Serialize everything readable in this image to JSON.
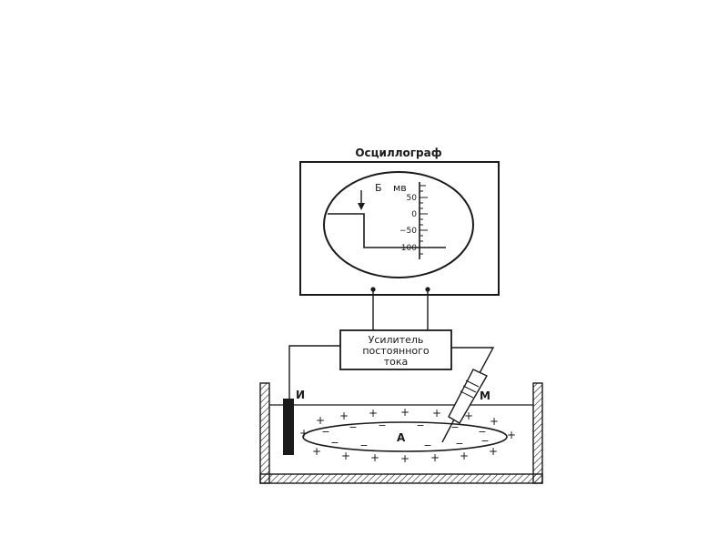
{
  "oscillograph": {
    "title": "Осциллограф",
    "letter": "Б",
    "unit": "мв",
    "ticks": [
      "50",
      "0",
      "−50",
      "−100"
    ]
  },
  "amplifier": {
    "line1": "Усилитель",
    "line2": "постоянного",
    "line3": "тока"
  },
  "bath": {
    "electrode_label": "И",
    "microelectrode_label": "М",
    "cell_label": "А",
    "outer_sign": "+",
    "inner_sign": "−"
  }
}
